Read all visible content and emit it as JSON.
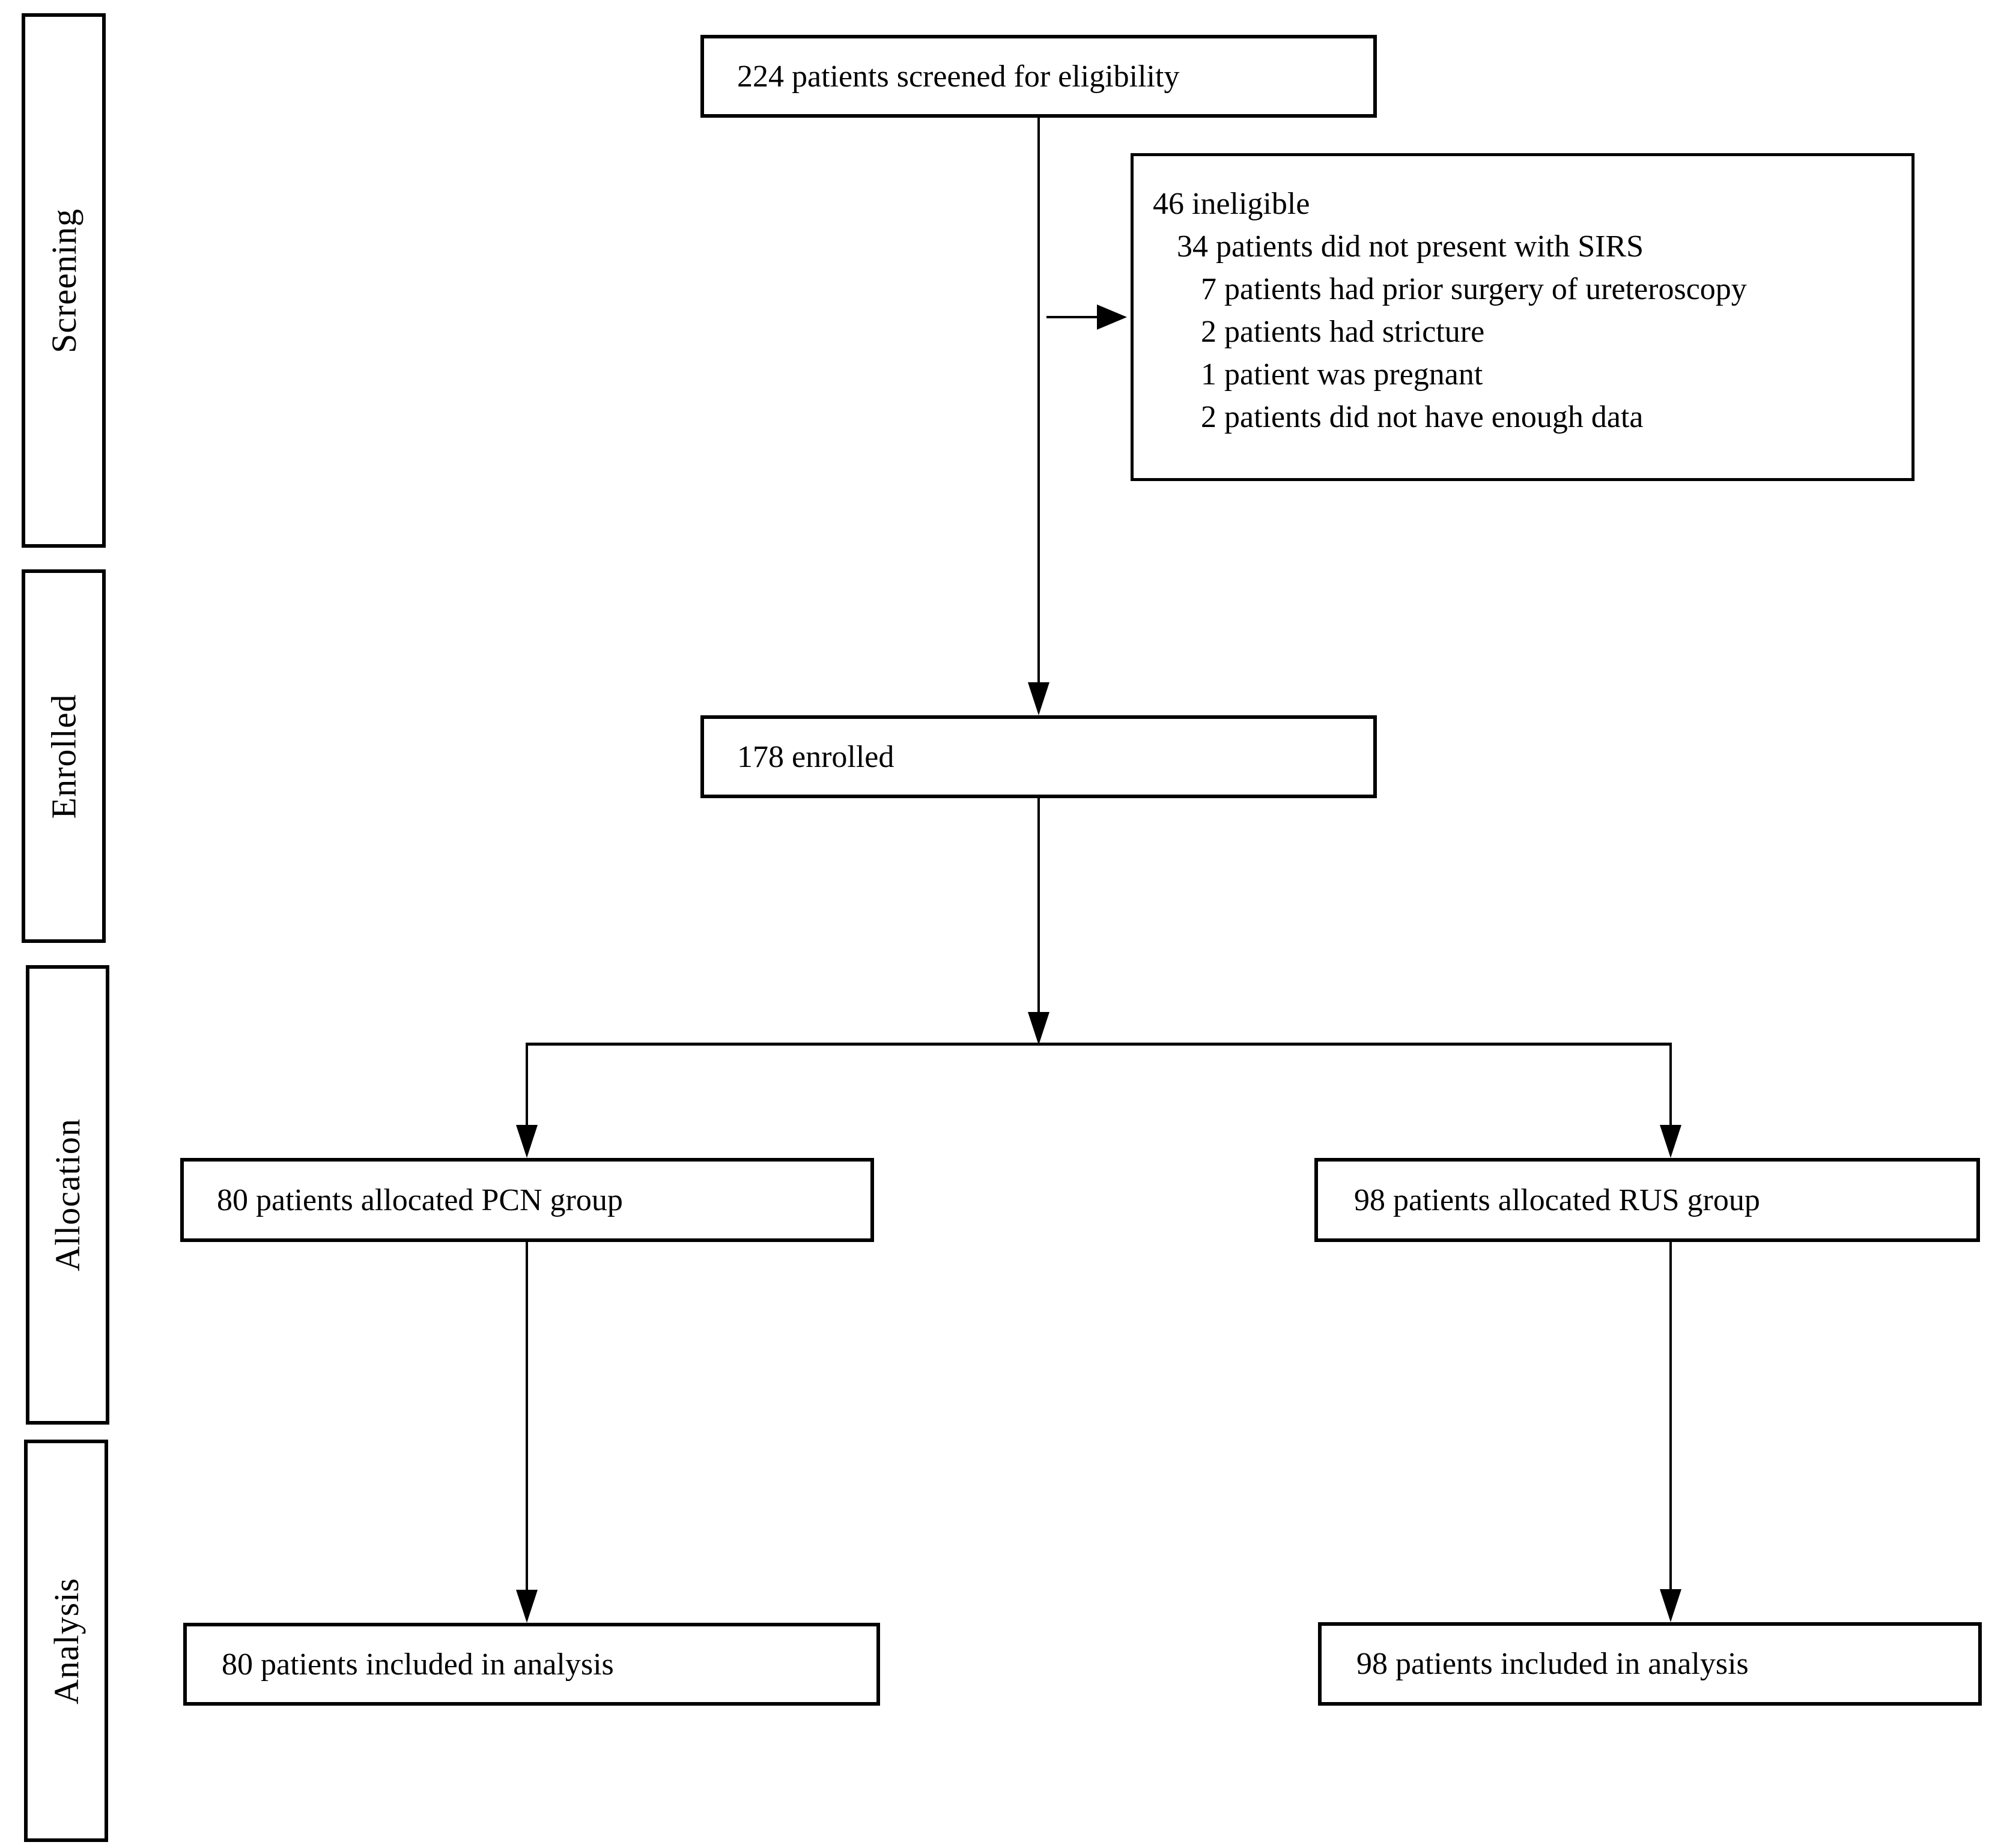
{
  "figure": {
    "type": "consort-flow-diagram",
    "colors": {
      "background": "#ffffff",
      "line": "#000000",
      "text": "#000000"
    }
  },
  "sidebar": {
    "stages": [
      {
        "label": "Screening"
      },
      {
        "label": "Enrolled"
      },
      {
        "label": "Allocation"
      },
      {
        "label": "Analysis"
      }
    ]
  },
  "flow": {
    "screened": "224 patients screened for eligibility",
    "ineligible": {
      "lines": [
        {
          "text": "46 ineligible",
          "indent": 0
        },
        {
          "text": "34 patients did not present with SIRS",
          "indent": 1
        },
        {
          "text": "7 patients had prior surgery of ureteroscopy",
          "indent": 2
        },
        {
          "text": "2 patients had stricture",
          "indent": 2
        },
        {
          "text": "1 patient was pregnant",
          "indent": 2
        },
        {
          "text": "2 patients did not have enough data",
          "indent": 2
        }
      ]
    },
    "enrolled": "178 enrolled",
    "allocation": {
      "pcn": "80 patients allocated PCN group",
      "rus": "98 patients allocated RUS group"
    },
    "analysis": {
      "pcn": "80 patients included in analysis",
      "rus": "98 patients included in analysis"
    }
  }
}
